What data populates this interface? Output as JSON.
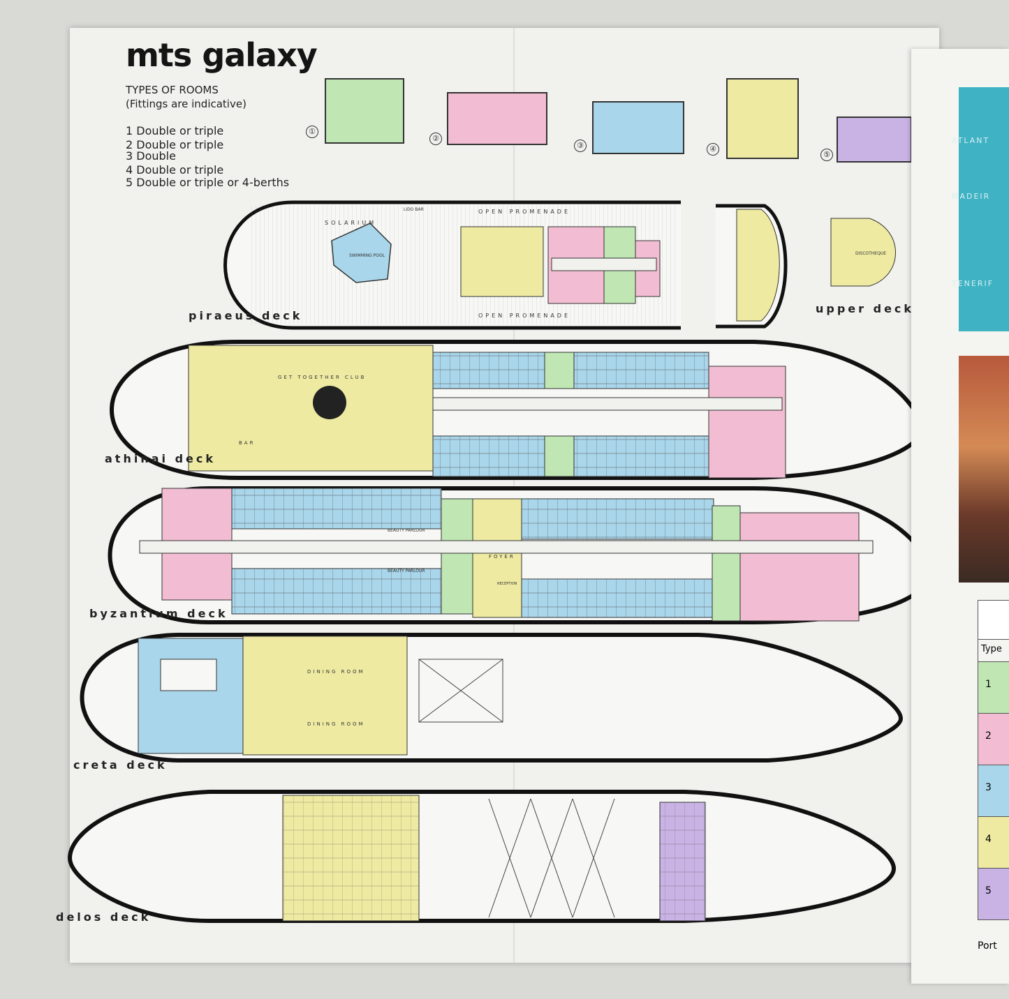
{
  "brochure": {
    "logo": "mts galaxy",
    "types_title": "TYPES OF ROOMS",
    "types_subtitle": "(Fittings are indicative)",
    "room_types": [
      {
        "num": "1",
        "label": "1 Double or triple",
        "color": "#bfe6b3"
      },
      {
        "num": "2",
        "label": "2 Double or triple",
        "color": "#f2bdd2"
      },
      {
        "num": "3",
        "label": "3 Double",
        "color": "#a9d6ea"
      },
      {
        "num": "4",
        "label": "4 Double or triple",
        "color": "#eeeaa2"
      },
      {
        "num": "5",
        "label": "5 Double or triple or 4-berths",
        "color": "#c9b2e4"
      }
    ],
    "swatch_numbers": [
      "①",
      "②",
      "③",
      "④",
      "⑤"
    ]
  },
  "decks": {
    "piraeus": "piraeus deck",
    "upper": "upper deck",
    "athinai": "athinai deck",
    "byzantium": "byzantium deck",
    "creta": "creta deck",
    "delos": "delos deck"
  },
  "plan_labels": {
    "open_promenade": "OPEN PROMENADE",
    "solarium": "SOLARIUM",
    "swimming_pool": "SWIMMING POOL",
    "lido_bar": "LIDO BAR",
    "get_together": "GET TOGETHER CLUB",
    "bar": "BAR",
    "beauty_parlour": "BEAUTY PARLOUR",
    "foyer": "FOYER",
    "reception": "RECEPTION",
    "dining_room": "DINING ROOM",
    "discotheque": "DISCOTHEQUE"
  },
  "flap": {
    "places": [
      "ATLANT",
      "MADEIR",
      "TENERIF"
    ],
    "table_head": "Type",
    "table_rows": [
      "1",
      "2",
      "3",
      "4",
      "5"
    ],
    "footer": "Port"
  }
}
